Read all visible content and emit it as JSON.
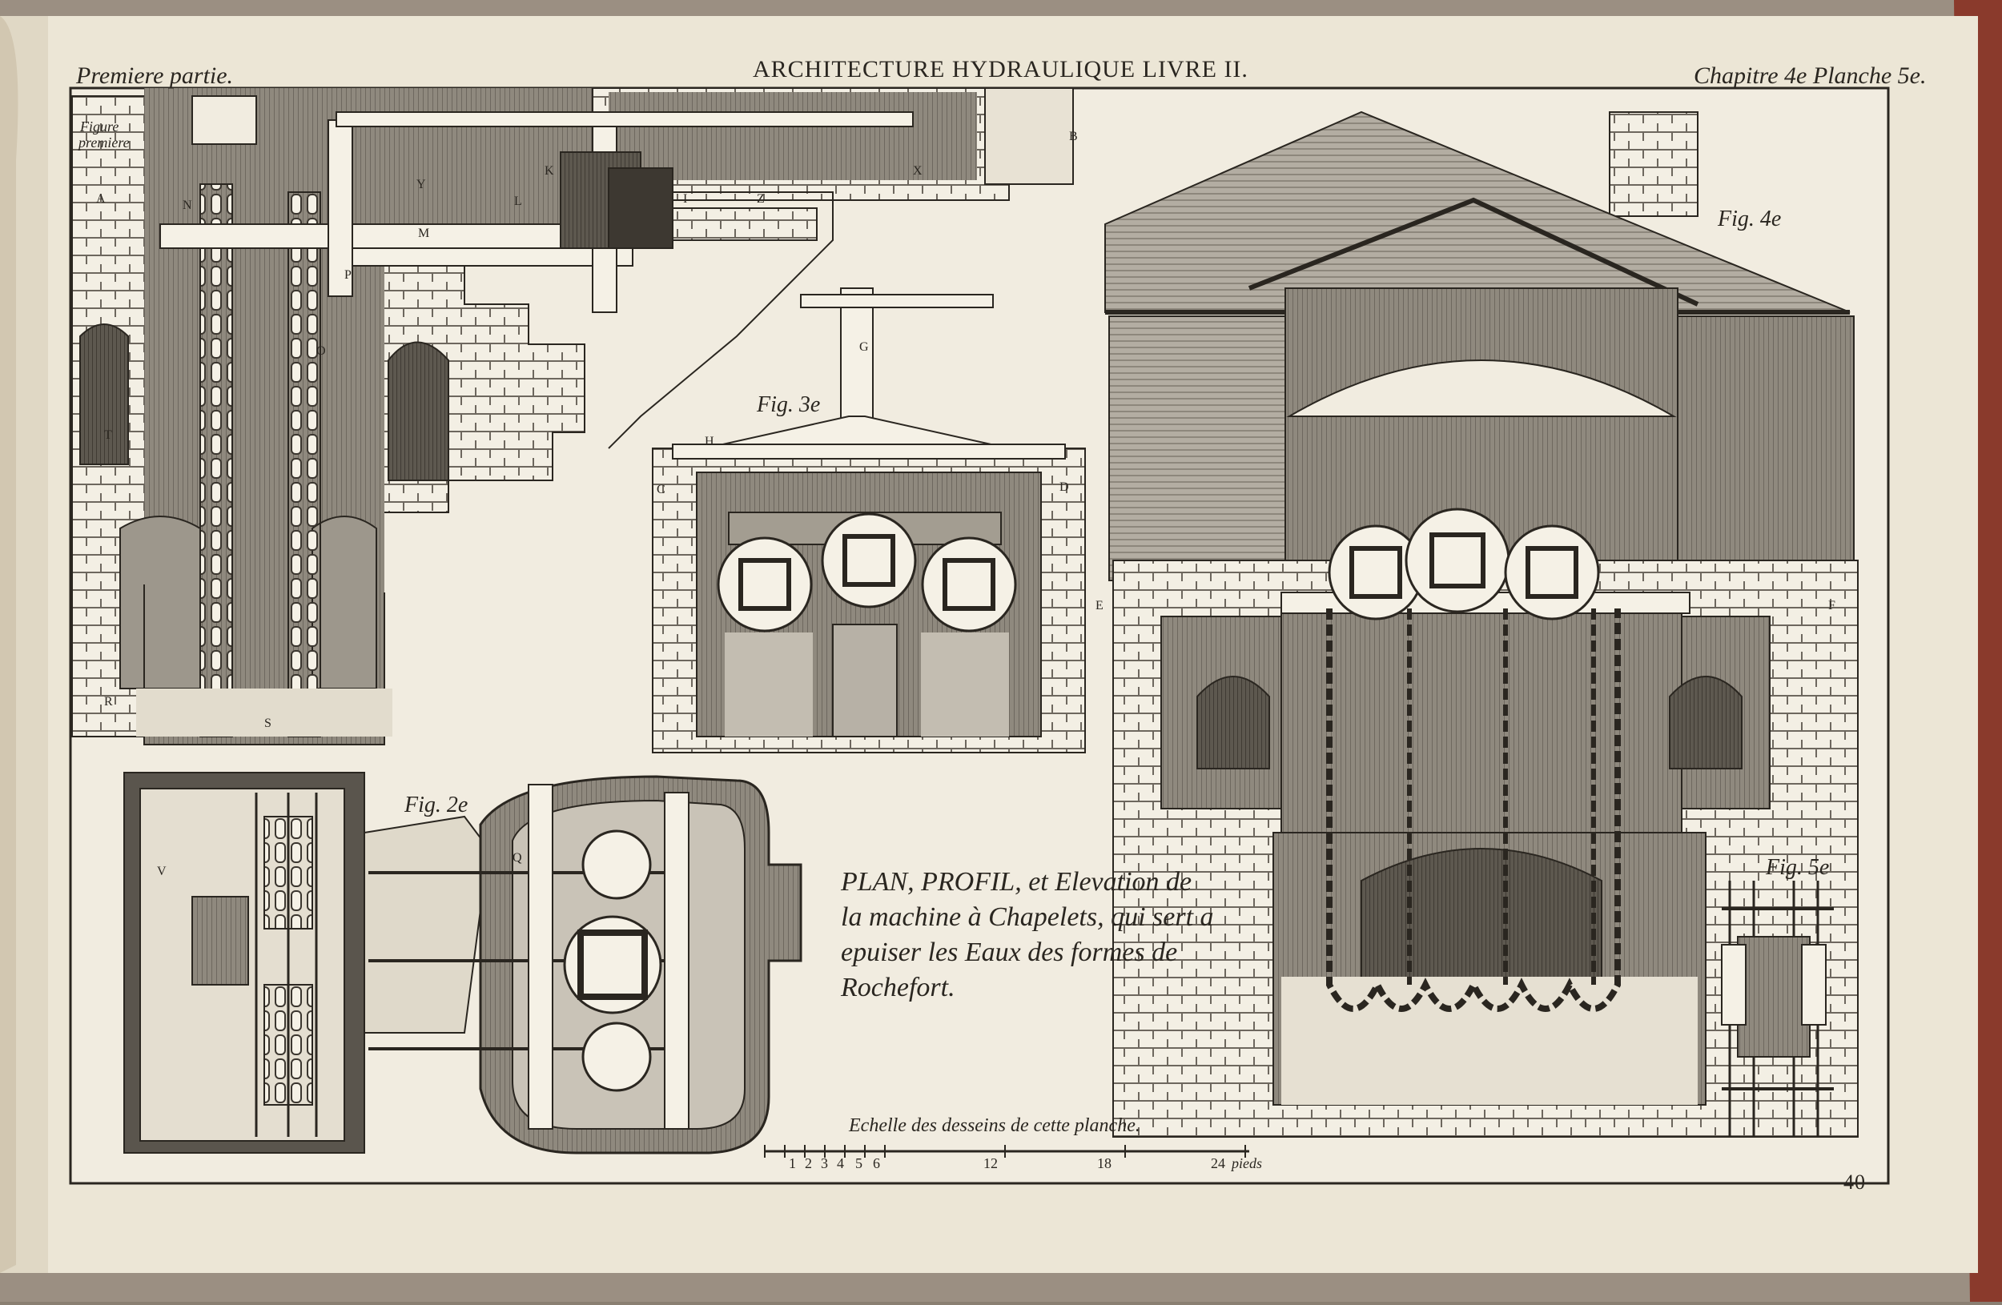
{
  "header": {
    "left": "Premiere partie.",
    "center": "ARCHITECTURE HYDRAULIQUE LIVRE II.",
    "right": "Chapitre 4e Planche 5e."
  },
  "figures": {
    "fig1_line1": "Figure",
    "fig1_line2": "premiere",
    "fig2": "Fig. 2e",
    "fig3": "Fig. 3e",
    "fig4": "Fig. 4e",
    "fig5": "Fig. 5e"
  },
  "title": "PLAN, PROFIL, et Elevation de la machine à Chapelets, qui sert a epuiser les Eaux des formes de Rochefort.",
  "scale": {
    "caption": "Echelle des desseins de cette planche.",
    "ticks": [
      "1",
      "2",
      "3",
      "4",
      "5",
      "6",
      "12",
      "18",
      "24"
    ],
    "unit": "pieds"
  },
  "page_number": "40",
  "letters": {
    "A": "A",
    "B": "B",
    "C": "C",
    "D": "D",
    "E": "E",
    "F": "F",
    "G": "G",
    "H": "H",
    "I": "I",
    "K": "K",
    "L": "L",
    "M": "M",
    "N": "N",
    "O": "O",
    "P": "P",
    "Q": "Q",
    "R": "R",
    "S": "S",
    "T": "T",
    "V": "V",
    "X": "X",
    "Y": "Y",
    "Z": "Z"
  },
  "colors": {
    "paper": "#ece6d6",
    "ink": "#2a2620",
    "mid": "#8e887d",
    "dark": "#5f5a52",
    "cover": "#8a3a2c"
  }
}
